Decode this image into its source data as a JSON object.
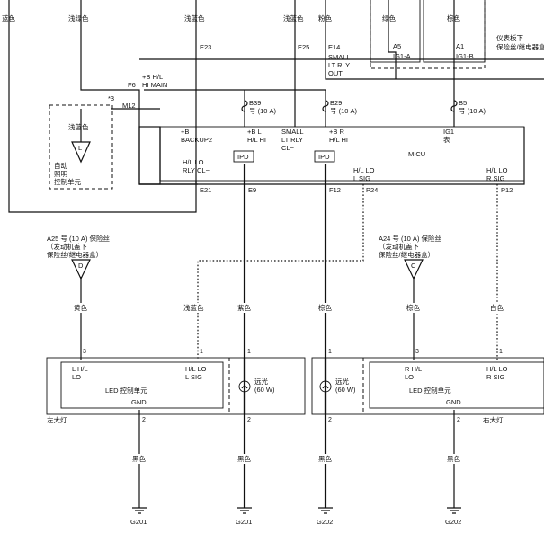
{
  "wire_colors": {
    "blue": "蓝色",
    "light_green": "浅绿色",
    "light_blue": "浅蓝色",
    "pink": "粉色",
    "green": "绿色",
    "brown": "棕色",
    "yellow": "黄色",
    "purple": "紫色",
    "white": "白色",
    "black": "黑色"
  },
  "dash_box": {
    "pin_a5": "A5",
    "pin_a1": "A1",
    "pin_ig1a": "IG1-A",
    "pin_ig1b": "IG1-B"
  },
  "under_dash_label": [
    "仪表板下",
    "保险丝/继电器盒"
  ],
  "connectors": {
    "e23": "E23",
    "e25": "E25",
    "e14": "E14",
    "f6": "F6",
    "m12": "M12",
    "b39": "B39",
    "b29": "B29",
    "b5": "B5",
    "e21": "E21",
    "e9": "E9",
    "f12": "F12",
    "p24": "P24",
    "p12": "P12",
    "star3": "*3"
  },
  "fuse_rating": "号 (10 A)",
  "micu": {
    "name": "MICU",
    "hi_main": [
      "+B H/L",
      "HI MAIN"
    ],
    "small_out": [
      "SMALL",
      "LT RLY",
      "OUT"
    ],
    "backup": [
      "+B",
      "BACKUP2"
    ],
    "hl_hi_l": [
      "+B L",
      "H/L HI"
    ],
    "small_cl": [
      "SMALL",
      "LT RLY",
      "CL−"
    ],
    "hl_hi_r": [
      "+B R",
      "H/L HI"
    ],
    "ig1": [
      "IG1",
      "表"
    ],
    "lo_rly": [
      "H/L LO",
      "RLY CL−"
    ],
    "lsig": [
      "H/L LO",
      "L SIG"
    ],
    "rsig": [
      "H/L LO",
      "R SIG"
    ],
    "ipd": "IPD"
  },
  "auto_unit": {
    "label": [
      "自动",
      "照明",
      "控制单元"
    ],
    "pin": "L"
  },
  "left_fuse": {
    "text": [
      "A25 号 (10 A) 保险丝",
      "（发动机盖下",
      "保险丝/继电器盒）"
    ],
    "pin": "D"
  },
  "right_fuse": {
    "text": [
      "A24 号 (10 A) 保险丝",
      "（发动机盖下",
      "保险丝/继电器盒）"
    ],
    "pin": "C"
  },
  "left_lamp": {
    "name": "左大灯",
    "unit": "LED 控制单元",
    "lhl": [
      "L H/L",
      "LO"
    ],
    "hllo": [
      "H/L LO",
      "L SIG"
    ],
    "gnd": "GND",
    "hibeam": [
      "远光",
      "(60 W)"
    ]
  },
  "right_lamp": {
    "name": "右大灯",
    "unit": "LED 控制单元",
    "rhl": [
      "R H/L",
      "LO"
    ],
    "hllo": [
      "H/L LO",
      "R SIG"
    ],
    "gnd": "GND",
    "hibeam": [
      "远光",
      "(60 W)"
    ]
  },
  "pins": {
    "p1": "1",
    "p2": "2",
    "p3": "3"
  },
  "grounds": {
    "g201": "G201",
    "g202": "G202"
  }
}
